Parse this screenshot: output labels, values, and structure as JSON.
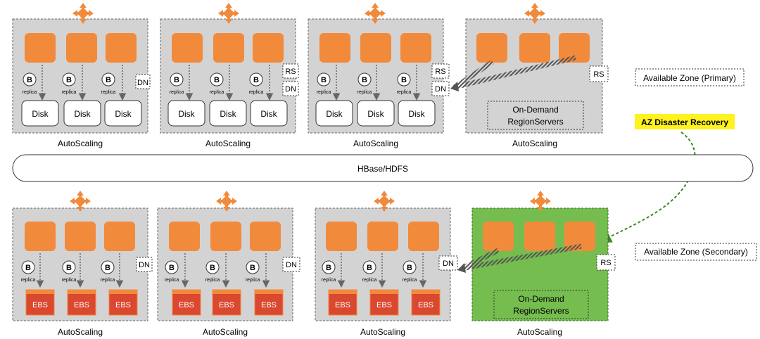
{
  "labels": {
    "autoscaling": "AutoScaling",
    "disk": "Disk",
    "ebs": "EBS",
    "backup": "B",
    "replica": "replica",
    "dn": "DN",
    "rs": "RS",
    "on_demand_line1": "On-Demand",
    "on_demand_line2": "RegionServers",
    "hbase_hdfs": "HBase/HDFS",
    "zone_primary": "Available Zone (Primary)",
    "zone_secondary": "Available Zone (Secondary)",
    "az_disaster_recovery": "AZ Disaster Recovery"
  },
  "colors": {
    "group_gray": "#d3d3d3",
    "group_green": "#75bd4f",
    "instance_orange": "#f28a3c",
    "ebs_red": "#d9482f",
    "highlight_yellow": "#fff21f",
    "arrow_green": "#3a8a1f"
  }
}
